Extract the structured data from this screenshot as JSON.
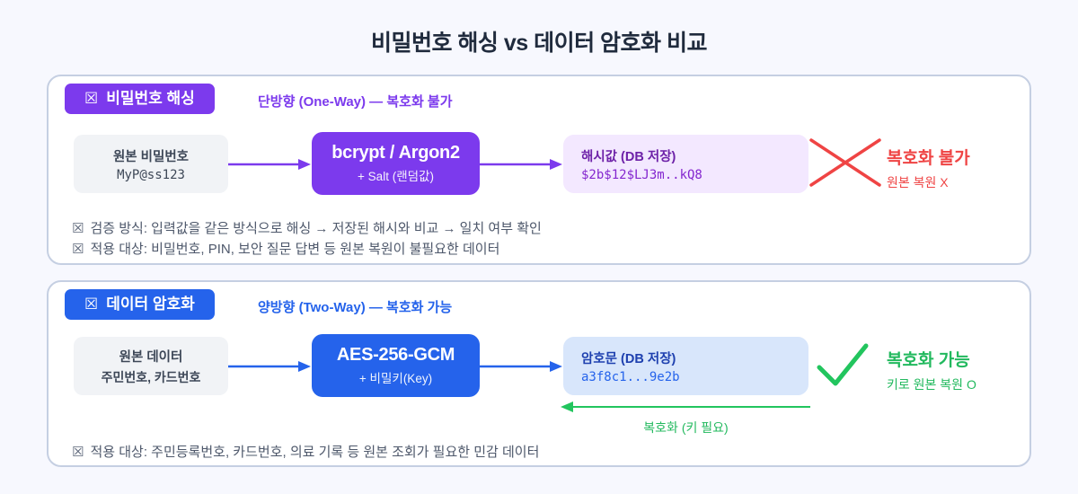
{
  "page": {
    "title": "비밀번호 해싱 vs 데이터 암호화 비교"
  },
  "colors": {
    "page_bg": "#f7f8fe",
    "panel_border": "#c5cfe2",
    "purple": "#7c3aed",
    "blue": "#2563eb",
    "red": "#ef4444",
    "green": "#22c55e",
    "hash_box_bg": "#f3e8ff",
    "cipher_box_bg": "#d8e6fb",
    "gray_box_bg": "#f1f3f6"
  },
  "hashing": {
    "badge": {
      "icon": "☒",
      "label": "비밀번호 해싱"
    },
    "subtitle": "단방향 (One-Way) — 복호화 불가",
    "source_box": {
      "title": "원본 비밀번호",
      "value": "MyP@ss123"
    },
    "algo_box": {
      "title": "bcrypt / Argon2",
      "subtitle": "+ Salt (랜덤값)"
    },
    "output_box": {
      "title": "해시값 (DB 저장)",
      "value": "$2b$12$LJ3m..kQ8"
    },
    "result": {
      "title": "복호화 불가",
      "subtitle": "원본 복원 X"
    },
    "notes": [
      {
        "icon": "☒",
        "text": "검증 방식: 입력값을 같은 방식으로 해싱 → 저장된 해시와 비교 → 일치 여부 확인"
      },
      {
        "icon": "☒",
        "text": "적용 대상: 비밀번호, PIN, 보안 질문 답변 등 원본 복원이 불필요한 데이터"
      }
    ]
  },
  "encryption": {
    "badge": {
      "icon": "☒",
      "label": "데이터 암호화"
    },
    "subtitle": "양방향 (Two-Way) — 복호화 가능",
    "source_box": {
      "title": "원본 데이터",
      "value": "주민번호, 카드번호"
    },
    "algo_box": {
      "title": "AES-256-GCM",
      "subtitle": "+ 비밀키(Key)"
    },
    "output_box": {
      "title": "암호문 (DB 저장)",
      "value": "a3f8c1...9e2b"
    },
    "result": {
      "title": "복호화 가능",
      "subtitle": "키로 원본 복원 O"
    },
    "return_arrow_label": "복호화 (키 필요)",
    "notes": [
      {
        "icon": "☒",
        "text": "적용 대상: 주민등록번호, 카드번호, 의료 기록 등 원본 조회가 필요한 민감 데이터"
      }
    ]
  }
}
